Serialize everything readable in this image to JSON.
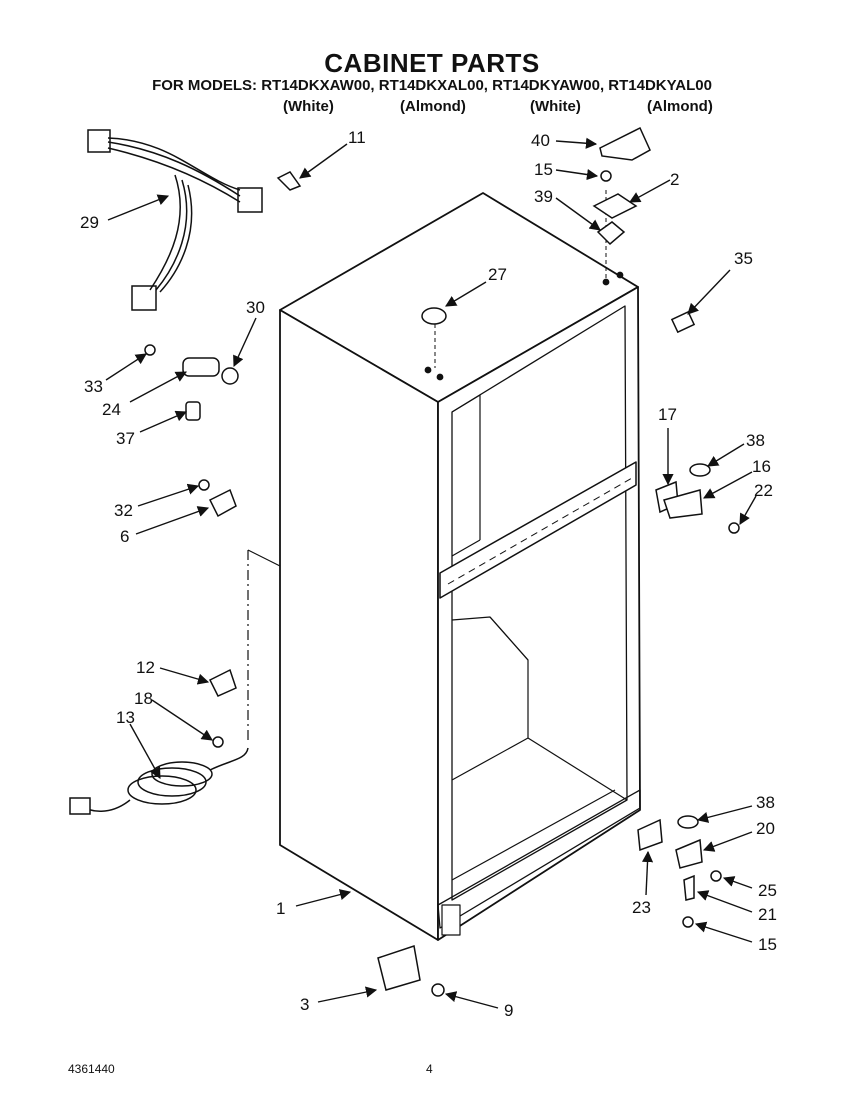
{
  "header": {
    "title": "CABINET PARTS",
    "models": "FOR MODELS: RT14DKXAW00, RT14DKXAL00, RT14DKYAW00, RT14DKYAL00",
    "colors": [
      "(White)",
      "(Almond)",
      "(White)",
      "(Almond)"
    ]
  },
  "callouts": {
    "c1": "1",
    "c2": "2",
    "c3": "3",
    "c6": "6",
    "c9": "9",
    "c11": "11",
    "c12": "12",
    "c13": "13",
    "c15a": "15",
    "c15b": "15",
    "c16": "16",
    "c17": "17",
    "c18": "18",
    "c20": "20",
    "c21": "21",
    "c22": "22",
    "c23": "23",
    "c24": "24",
    "c25": "25",
    "c27": "27",
    "c29": "29",
    "c30": "30",
    "c32": "32",
    "c33": "33",
    "c35": "35",
    "c37": "37",
    "c38a": "38",
    "c38b": "38",
    "c39": "39",
    "c40": "40"
  },
  "footer": {
    "doc_number": "4361440",
    "page_number": "4"
  }
}
